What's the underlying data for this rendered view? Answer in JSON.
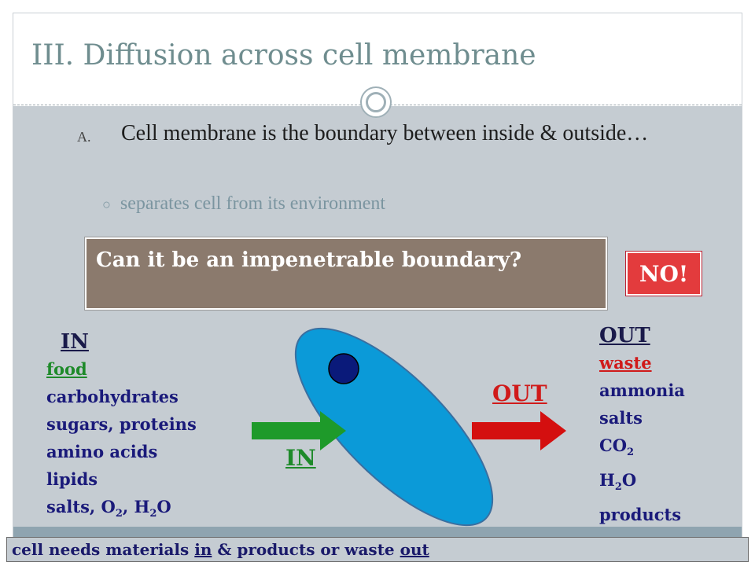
{
  "slide": {
    "title": "III. Diffusion across cell membrane",
    "bullet_a_marker": "A.",
    "bullet_a_text": "Cell membrane is the boundary between inside & outside…",
    "sub_bullet_marker": "○",
    "sub_bullet_text": "separates cell from its environment",
    "question": "Can it be an impenetrable boundary?",
    "answer": "NO!"
  },
  "in_list": {
    "heading": "IN",
    "items": [
      "food",
      "carbohydrates",
      "sugars, proteins",
      "amino acids",
      "lipids"
    ],
    "last_item": {
      "salts": "salts, O",
      "o2_sub": "2",
      "mid": ", H",
      "h_sub": "2",
      "end": "O"
    }
  },
  "out_list": {
    "heading": "OUT",
    "items": [
      "waste",
      "ammonia",
      "salts"
    ],
    "co2": {
      "base": "CO",
      "sub": "2"
    },
    "h2o": {
      "h": "H",
      "sub": "2",
      "o": "O"
    },
    "last": "products"
  },
  "diagram": {
    "in_label": "IN",
    "out_label": "OUT",
    "colors": {
      "cell": "#0b9ad8",
      "nucleus": "#0a1a7a",
      "in_arrow": "#1e9a2a",
      "out_arrow": "#d40f0f"
    }
  },
  "footer": {
    "part1": "cell needs materials ",
    "in_word": "in",
    "part2": " & products or waste ",
    "out_word": "out"
  }
}
